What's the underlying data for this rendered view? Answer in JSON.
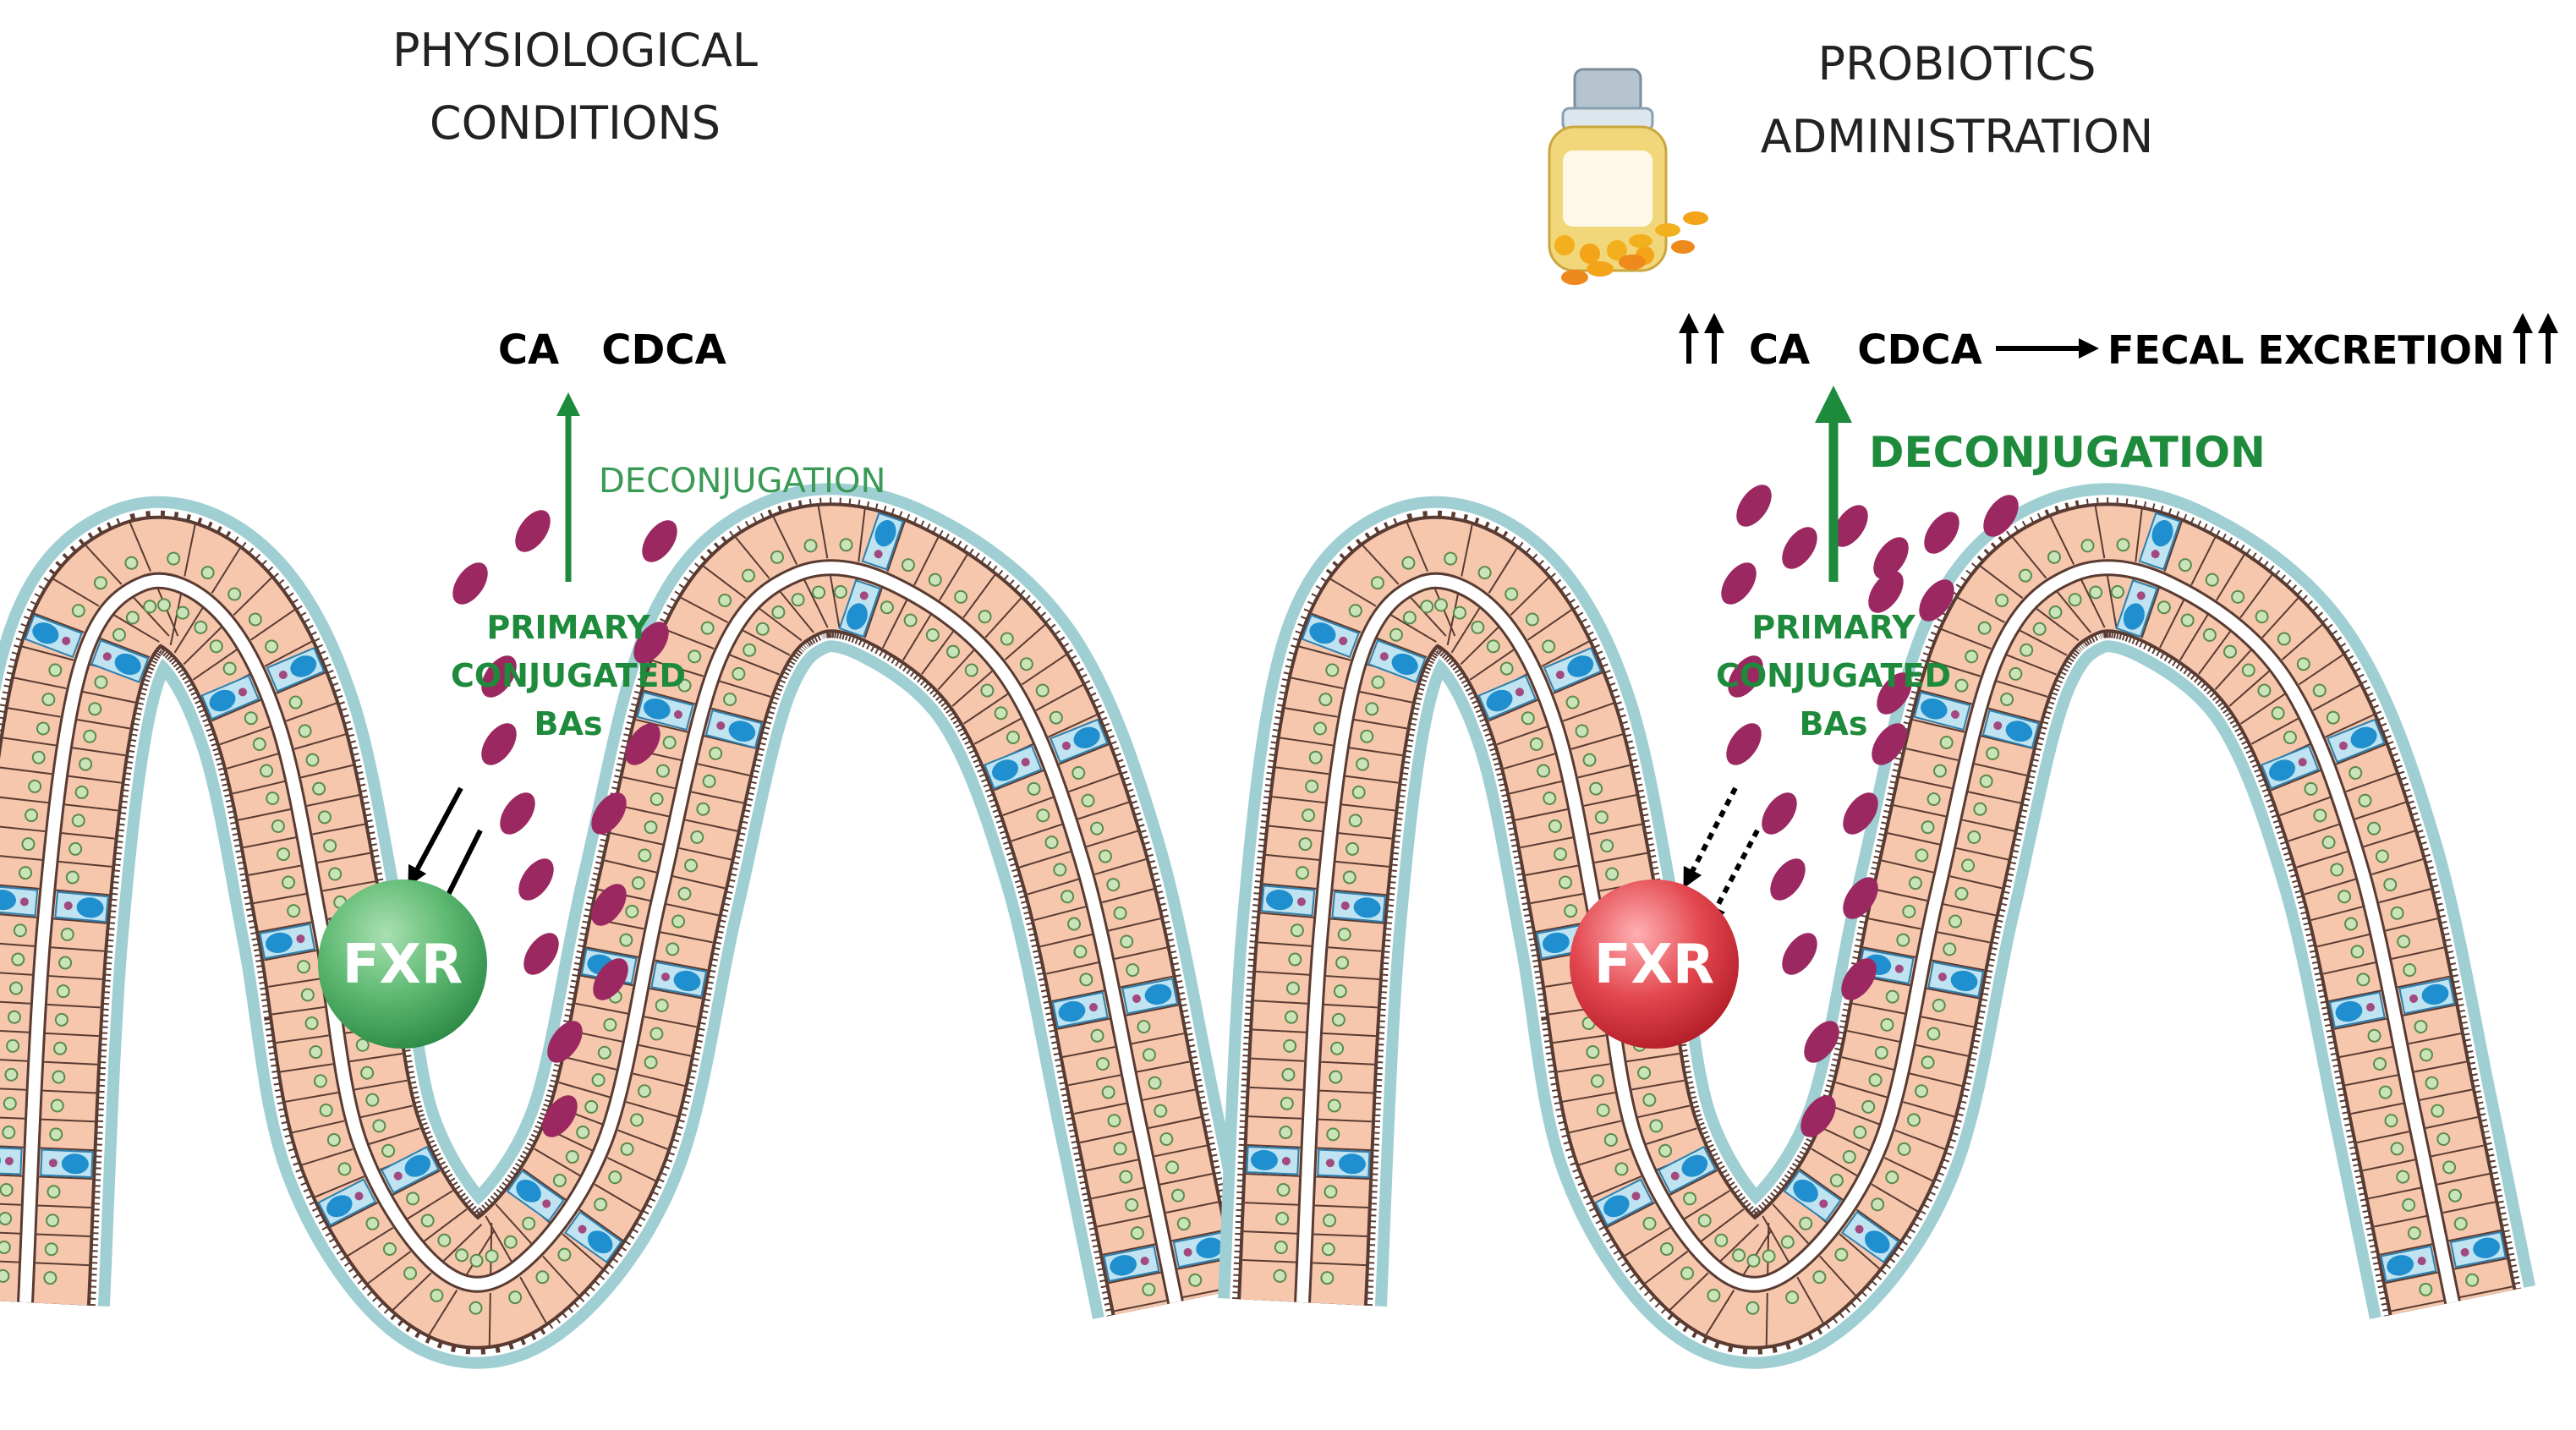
{
  "left_panel": {
    "title_line1": "PHYSIOLOGICAL",
    "title_line2": "CONDITIONS",
    "product_ca": "CA",
    "product_cdca": "CDCA",
    "process_label": "DECONJUGATION",
    "substrate_line1": "PRIMARY",
    "substrate_line2": "CONJUGATED",
    "substrate_line3": "BAs",
    "receptor_label": "FXR"
  },
  "right_panel": {
    "title_line1": "PROBIOTICS",
    "title_line2": "ADMINISTRATION",
    "product_ca": "CA",
    "product_cdca": "CDCA",
    "excretion_label": "FECAL EXCRETION",
    "process_label": "DECONJUGATION",
    "substrate_line1": "PRIMARY",
    "substrate_line2": "CONJUGATED",
    "substrate_line3": "BAs",
    "receptor_label": "FXR"
  },
  "colors": {
    "green_text": "#1e8a3c",
    "bile_acid": "#9b2860",
    "mucus": "#9fcfd3",
    "cell_fill": "#f6c7ad",
    "cell_stroke": "#5a3b32",
    "goblet": "#bfe3f0",
    "fxr_active": "#5cb870",
    "fxr_inhibited": "#e3474f"
  },
  "icons": {
    "probiotic": "pill-bottle-icon",
    "increase": "double-up-arrow-icon"
  }
}
